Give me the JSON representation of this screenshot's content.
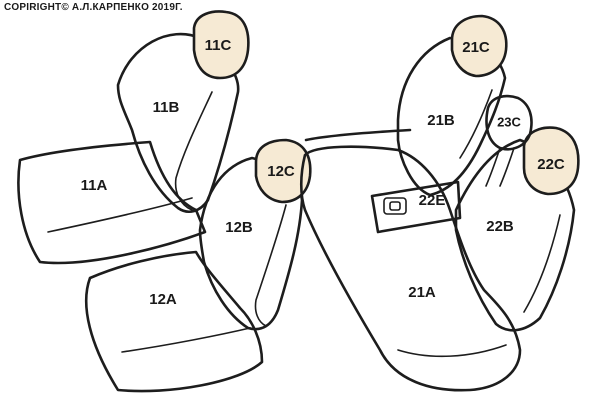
{
  "copyright": "COPIRIGHT© А.Л.КАРПЕНКО 2019Г.",
  "colors": {
    "line": "#1d1d1d",
    "headrest_fill": "#f6ead4",
    "background": "#ffffff"
  },
  "parts": {
    "p11C": "11C",
    "p11B": "11B",
    "p11A": "11A",
    "p12C": "12C",
    "p12B": "12B",
    "p12A": "12A",
    "p21C": "21C",
    "p21B": "21B",
    "p21A": "21A",
    "p22C": "22C",
    "p22B": "22B",
    "p22E": "22E",
    "p23C": "23C"
  }
}
